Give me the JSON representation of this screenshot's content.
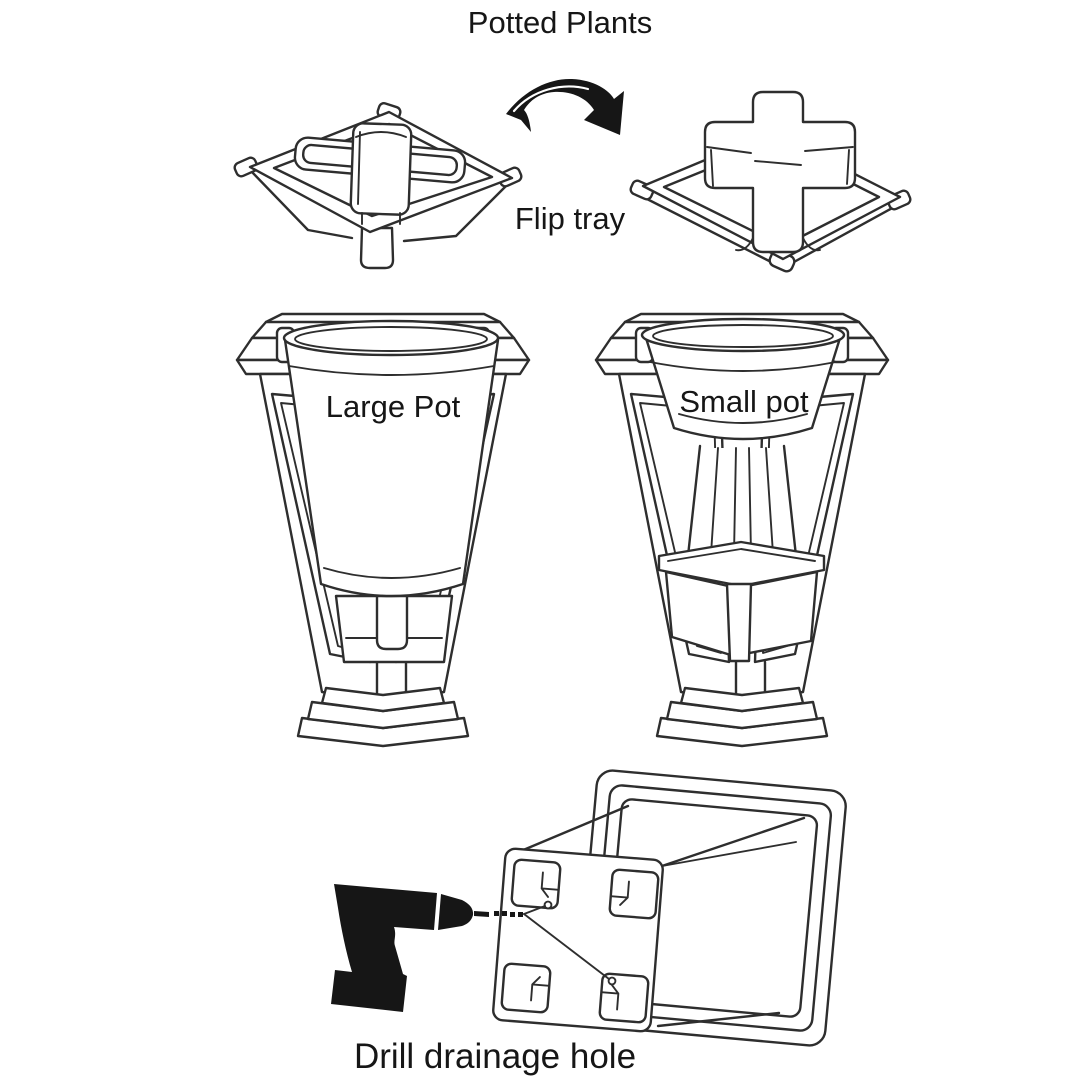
{
  "title": "Potted Plants",
  "steps": {
    "flip": {
      "caption": "Flip tray"
    },
    "insert": {
      "large_label": "Large Pot",
      "small_label": "Small pot"
    },
    "drill": {
      "caption": "Drill drainage hole"
    }
  },
  "colors": {
    "background": "#ffffff",
    "line": "#2e2e2e",
    "ink": "#161616"
  }
}
